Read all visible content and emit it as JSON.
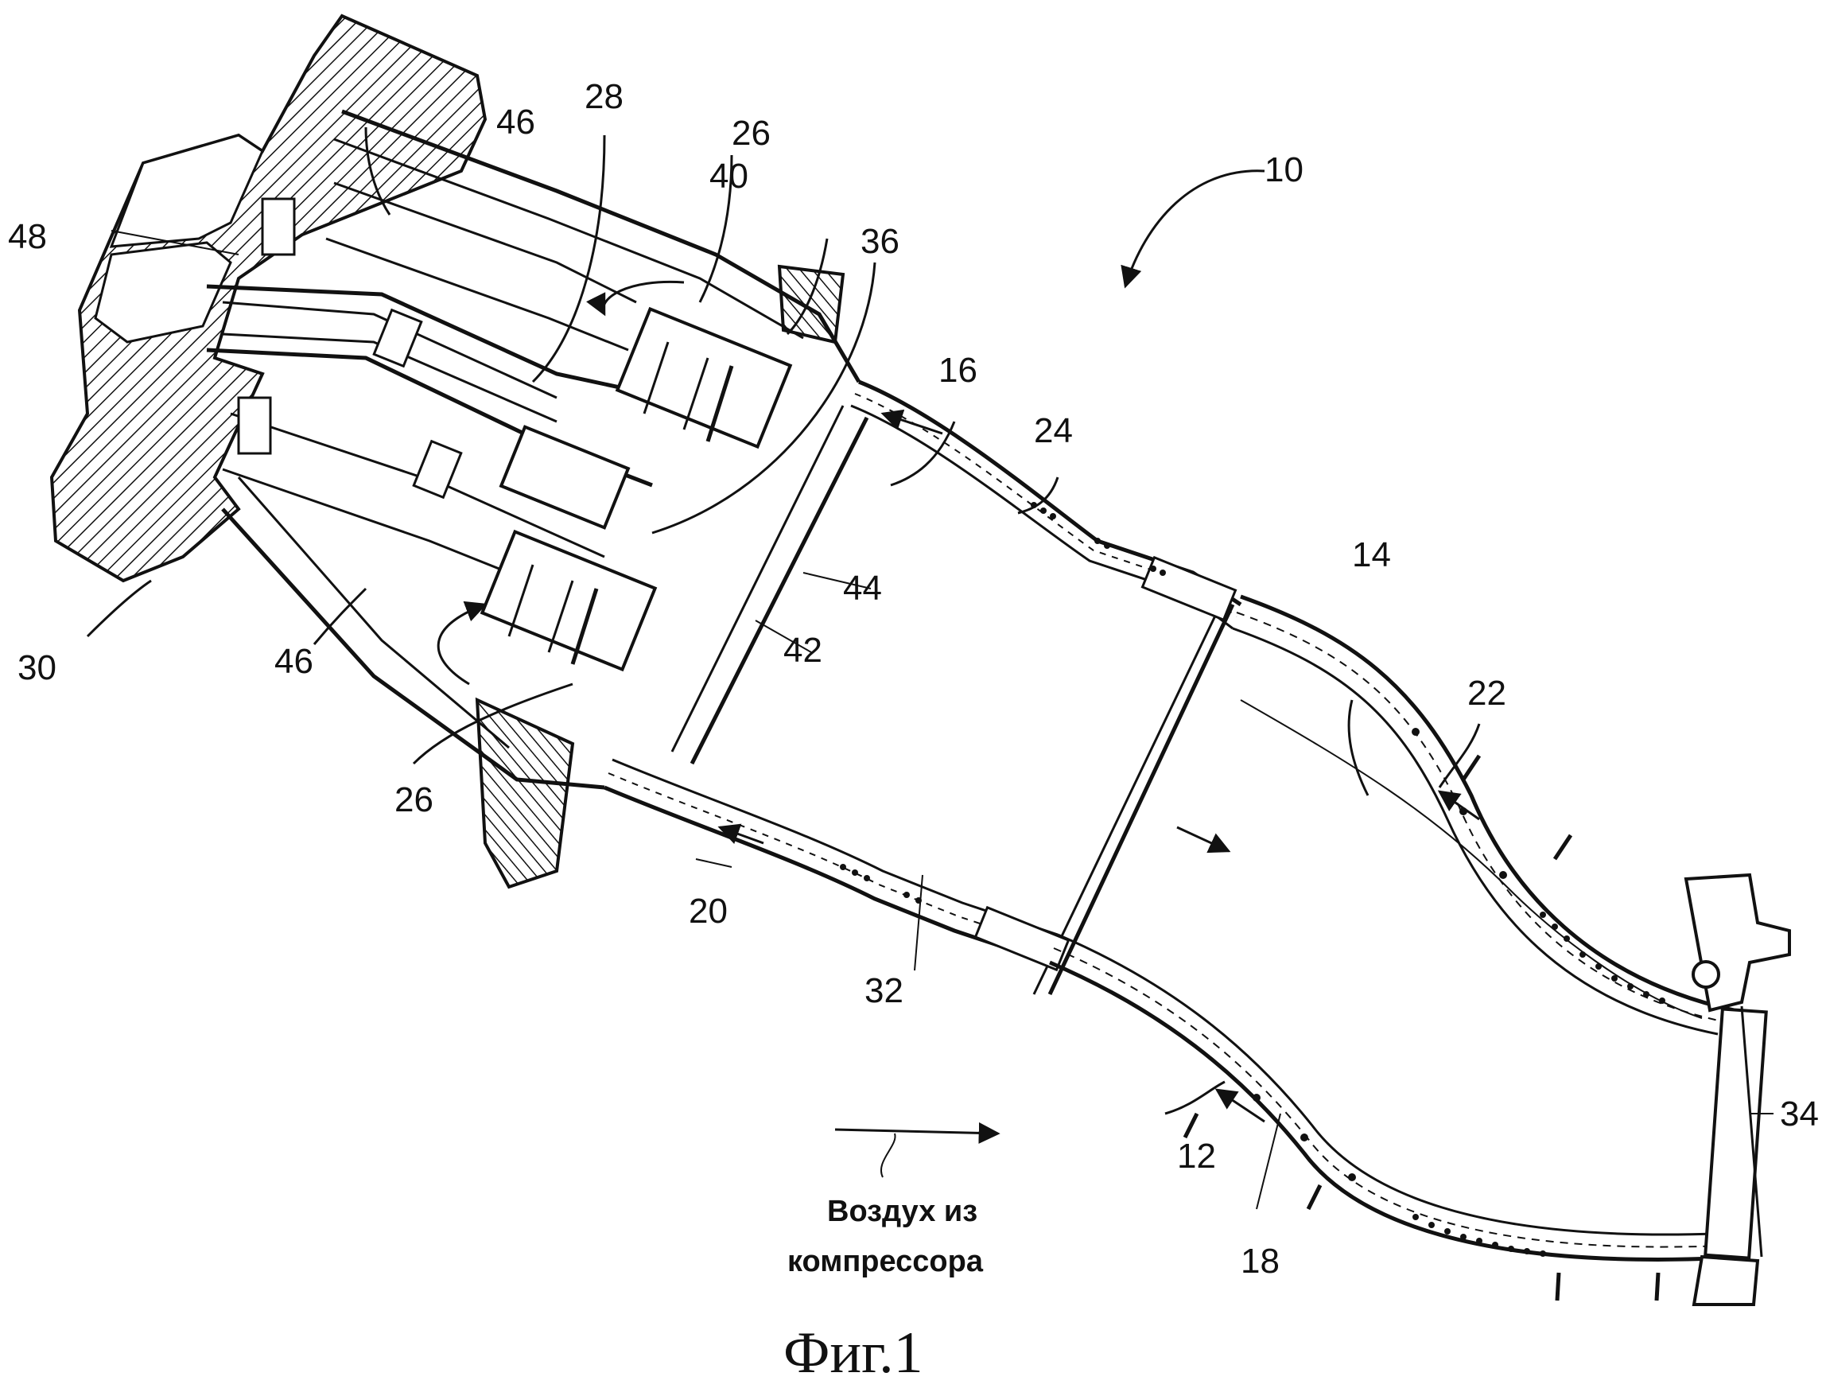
{
  "reference_numerals": {
    "r10": "10",
    "r12": "12",
    "r14": "14",
    "r16": "16",
    "r18": "18",
    "r20": "20",
    "r22": "22",
    "r24": "24",
    "r26a": "26",
    "r26b": "26",
    "r28": "28",
    "r30": "30",
    "r32": "32",
    "r34": "34",
    "r36": "36",
    "r40": "40",
    "r42": "42",
    "r44": "44",
    "r46a": "46",
    "r46b": "46",
    "r48": "48"
  },
  "caption": {
    "line1": "Воздух из",
    "line2": "компрессора"
  },
  "figure_label": "Фиг.1"
}
